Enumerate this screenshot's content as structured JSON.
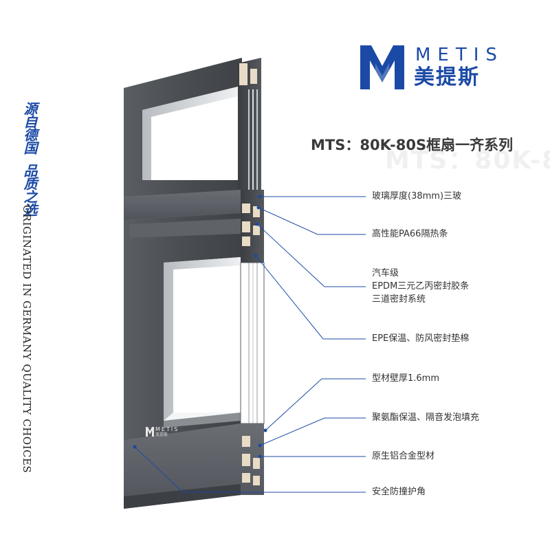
{
  "brand": {
    "latin_name": "METIS",
    "chinese_name": "美提斯",
    "color": "#1b4aa6"
  },
  "series_title": "MTS：80K-80S框扇一齐系列",
  "series_ghost": "MTS：80K-8",
  "slogan": {
    "chinese_part1": "源自德国",
    "chinese_part2": "品质之选",
    "english": "ORIGINATED IN GERMANY QUALITY CHOICES"
  },
  "features": [
    {
      "lines": [
        "玻璃厚度(38mm)三玻"
      ]
    },
    {
      "lines": [
        "高性能PA66隔热条"
      ]
    },
    {
      "lines": [
        "汽车级",
        "EPDM三元乙丙密封胶条",
        "三道密封系统"
      ]
    },
    {
      "lines": [
        "EPE保温、防风密封垫棉"
      ]
    },
    {
      "lines": [
        "型材壁厚1.6mm"
      ]
    },
    {
      "lines": [
        "聚氨酯保温、隔音发泡填充"
      ]
    },
    {
      "lines": [
        "原生铝合金型材"
      ]
    },
    {
      "lines": [
        "安全防撞护角"
      ]
    }
  ],
  "product_badge": {
    "latin_name": "METIS",
    "chinese_name": "美提斯"
  },
  "colors": {
    "frame": "#4a4d52",
    "frame_light": "#5d6166",
    "leader_line": "#1b4aa6",
    "glass": "#ffffff"
  }
}
